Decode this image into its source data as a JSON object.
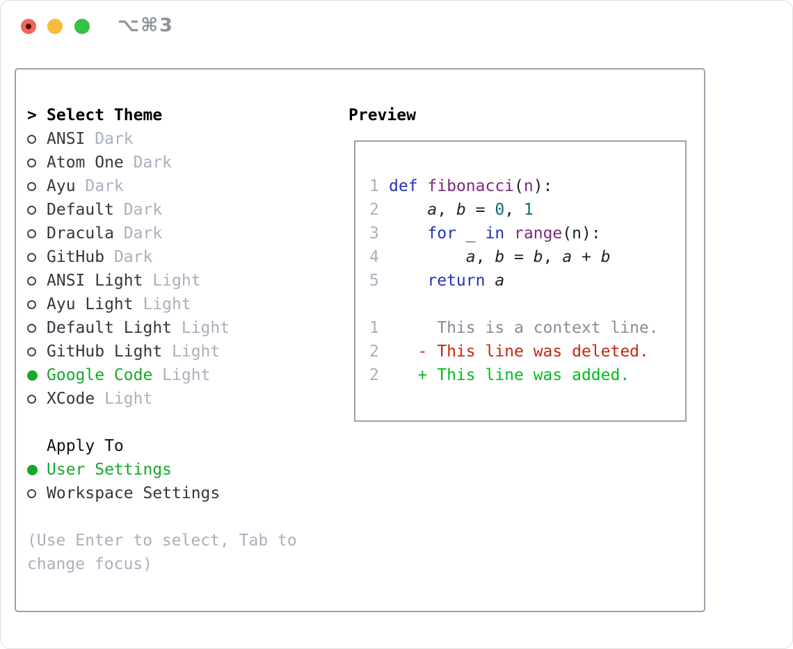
{
  "window": {
    "title": "⌥⌘3",
    "traffic_lights": [
      "close",
      "minimize",
      "zoom"
    ]
  },
  "colors": {
    "panel_border": "#9aa2ae",
    "text_dark": "#33373d",
    "text_muted": "#a9b0bc",
    "selected_green": "#16a72c",
    "diff_added_green": "#00bd1c",
    "diff_deleted_red": "#c5260e",
    "syntax_keyword_blue": "#2333b8",
    "syntax_function_purple": "#7b2a7e",
    "syntax_number_teal": "#0a6c6c",
    "traffic_red": "#f1655a",
    "traffic_yellow": "#f7bd3a",
    "traffic_green": "#35c046"
  },
  "theme_picker": {
    "header": {
      "marker": ">",
      "label": "Select Theme"
    },
    "themes": [
      {
        "name": "ANSI",
        "variant": "Dark",
        "selected": false
      },
      {
        "name": "Atom One",
        "variant": "Dark",
        "selected": false
      },
      {
        "name": "Ayu",
        "variant": "Dark",
        "selected": false
      },
      {
        "name": "Default",
        "variant": "Dark",
        "selected": false
      },
      {
        "name": "Dracula",
        "variant": "Dark",
        "selected": false
      },
      {
        "name": "GitHub",
        "variant": "Dark",
        "selected": false
      },
      {
        "name": "ANSI Light",
        "variant": "Light",
        "selected": false
      },
      {
        "name": "Ayu Light",
        "variant": "Light",
        "selected": false
      },
      {
        "name": "Default Light",
        "variant": "Light",
        "selected": false
      },
      {
        "name": "GitHub Light",
        "variant": "Light",
        "selected": false
      },
      {
        "name": "Google Code",
        "variant": "Light",
        "selected": true
      },
      {
        "name": "XCode",
        "variant": "Light",
        "selected": false
      }
    ],
    "apply_to": {
      "label": "Apply To",
      "options": [
        {
          "name": "User Settings",
          "selected": true
        },
        {
          "name": "Workspace Settings",
          "selected": false
        }
      ]
    },
    "help_lines": [
      "(Use Enter to select, Tab to",
      "change focus)"
    ]
  },
  "preview": {
    "title": "Preview",
    "code_lines": [
      {
        "num": "1",
        "tokens": [
          [
            "def",
            "kw"
          ],
          [
            " ",
            "pl"
          ],
          [
            "fibonacci",
            "fn"
          ],
          [
            "(",
            "pl"
          ],
          [
            "n",
            "fn"
          ],
          [
            "):",
            "pl"
          ]
        ]
      },
      {
        "num": "2",
        "tokens": [
          [
            "    ",
            "pl"
          ],
          [
            "a",
            "var"
          ],
          [
            ", ",
            "pl"
          ],
          [
            "b",
            "var"
          ],
          [
            " = ",
            "pl"
          ],
          [
            "0",
            "num"
          ],
          [
            ", ",
            "pl"
          ],
          [
            "1",
            "num"
          ]
        ]
      },
      {
        "num": "3",
        "tokens": [
          [
            "    ",
            "pl"
          ],
          [
            "for",
            "kw"
          ],
          [
            " _ ",
            "pl"
          ],
          [
            "in",
            "kw"
          ],
          [
            " ",
            "pl"
          ],
          [
            "range",
            "fn"
          ],
          [
            "(n):",
            "pl"
          ]
        ]
      },
      {
        "num": "4",
        "tokens": [
          [
            "        ",
            "pl"
          ],
          [
            "a",
            "var"
          ],
          [
            ", ",
            "pl"
          ],
          [
            "b",
            "var"
          ],
          [
            " = ",
            "pl"
          ],
          [
            "b",
            "var"
          ],
          [
            ", ",
            "pl"
          ],
          [
            "a",
            "var"
          ],
          [
            " + ",
            "pl"
          ],
          [
            "b",
            "var"
          ]
        ]
      },
      {
        "num": "5",
        "tokens": [
          [
            "    ",
            "pl"
          ],
          [
            "return",
            "kw"
          ],
          [
            " ",
            "pl"
          ],
          [
            "a",
            "var"
          ]
        ]
      }
    ],
    "diff_lines": [
      {
        "num": "1",
        "tokens": [
          [
            "     This is a context line.",
            "ctx"
          ]
        ]
      },
      {
        "num": "2",
        "tokens": [
          [
            "   - This line was deleted.",
            "del"
          ]
        ]
      },
      {
        "num": "2",
        "tokens": [
          [
            "   + This line was added.",
            "add"
          ]
        ]
      }
    ]
  }
}
